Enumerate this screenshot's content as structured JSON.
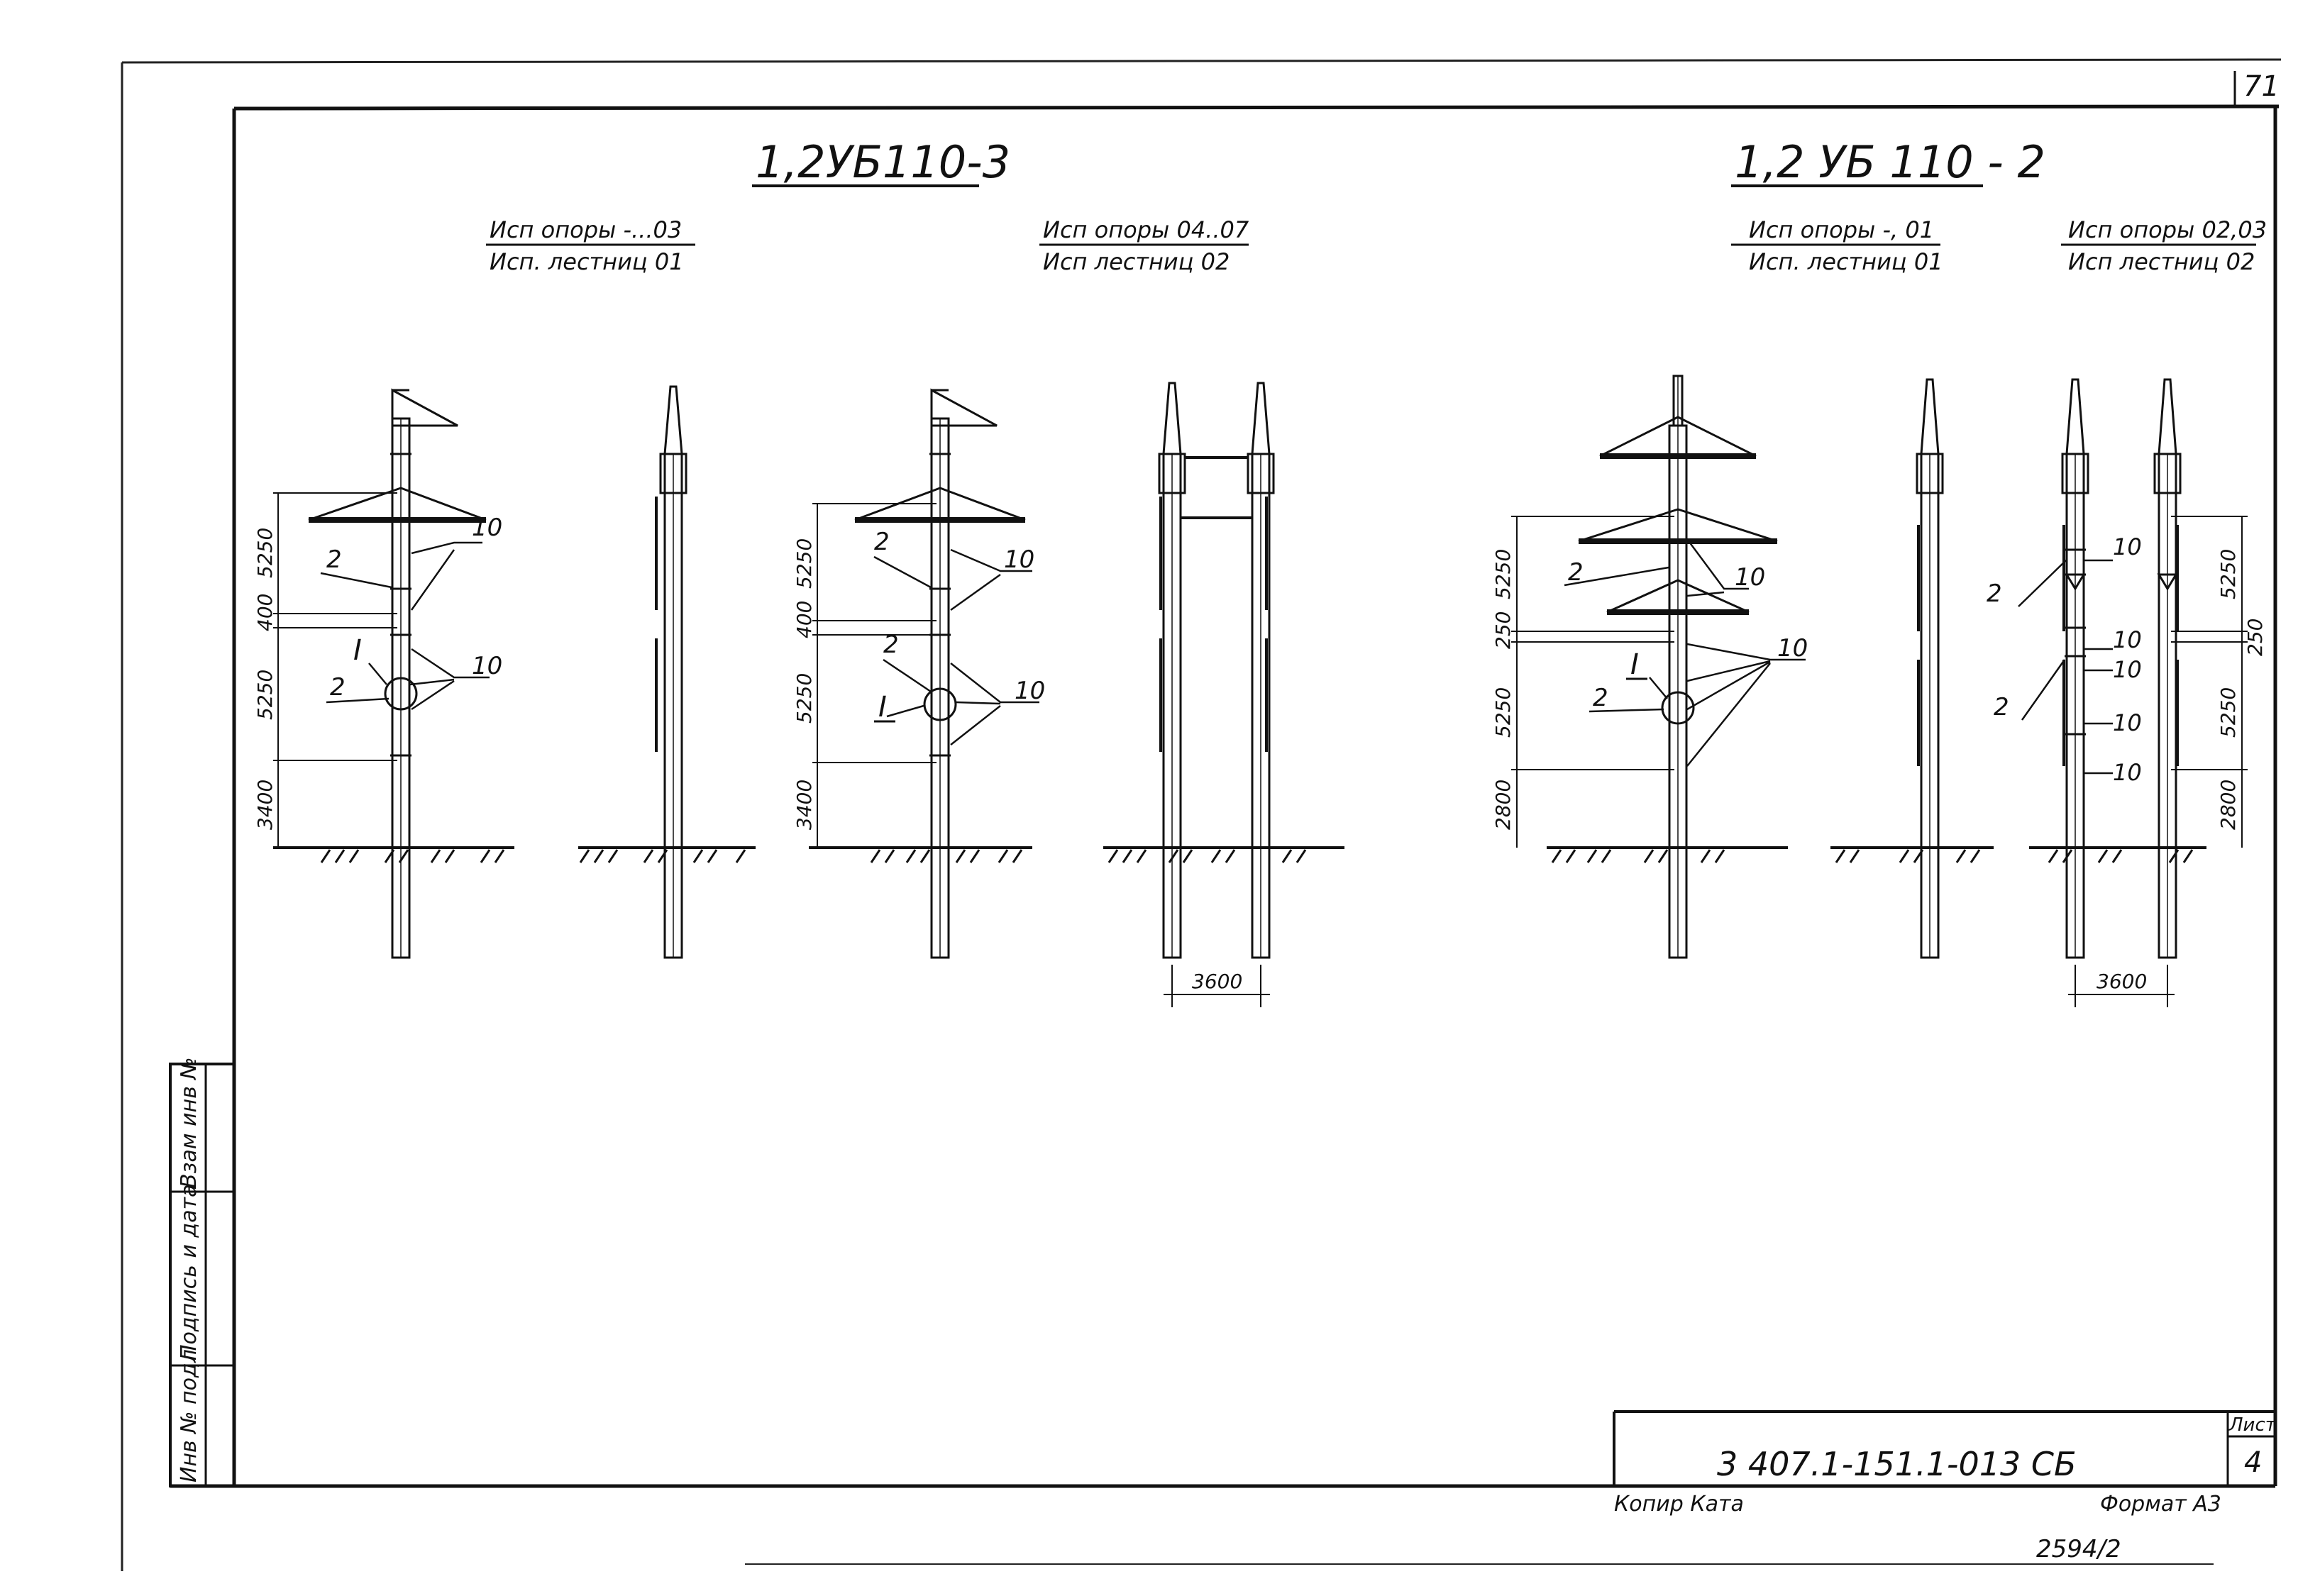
{
  "sheet_number_corner": "71",
  "sections": [
    {
      "title": "1,2УБ110-3",
      "views": [
        {
          "caption_line1": "Исп опоры -...03",
          "caption_line2": "Исп. лестниц 01"
        },
        {
          "caption_line1": "Исп опоры 04..07",
          "caption_line2": "Исп лестниц 02"
        }
      ]
    },
    {
      "title": "1,2 УБ 110 - 2",
      "views": [
        {
          "caption_line1": "Исп опоры -, 01",
          "caption_line2": "Исп. лестниц 01"
        },
        {
          "caption_line1": "Исп опоры 02,03",
          "caption_line2": "Исп лестниц 02"
        }
      ]
    }
  ],
  "dimensions": {
    "d5250": "5250",
    "d400": "400",
    "d3400": "3400",
    "d250": "250",
    "d2800": "2800",
    "d3600": "3600"
  },
  "callouts": {
    "part2": "2",
    "part10": "10",
    "detail1": "I"
  },
  "side_stamp": {
    "cell1": "Инв № подл",
    "cell2": "Подпись и дата",
    "cell3": "Взам инв №"
  },
  "title_block": {
    "sheet_label": "Лист",
    "sheet_number": "4",
    "designation": "3 407.1-151.1-013 СБ",
    "copied_by": "Копир Ката",
    "format": "Формат А3",
    "code": "2594/2"
  }
}
